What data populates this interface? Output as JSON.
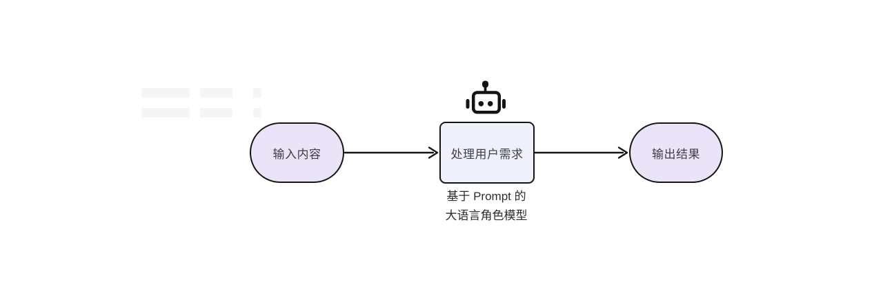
{
  "diagram": {
    "nodes": {
      "input": {
        "label": "输入内容"
      },
      "process": {
        "label": "处理用户需求"
      },
      "output": {
        "label": "输出结果"
      }
    },
    "caption": {
      "line1": "基于 Prompt 的",
      "line2": "大语言角色模型"
    },
    "icons": {
      "robot": "robot-icon"
    },
    "colors": {
      "stadium_fill": "#ebe3f8",
      "process_fill": "#eef1fb",
      "stroke": "#141414",
      "node_text": "#3f3d48",
      "caption_text": "#2d2d31",
      "watermark": "#f6f5f6",
      "background": "#ffffff"
    }
  }
}
